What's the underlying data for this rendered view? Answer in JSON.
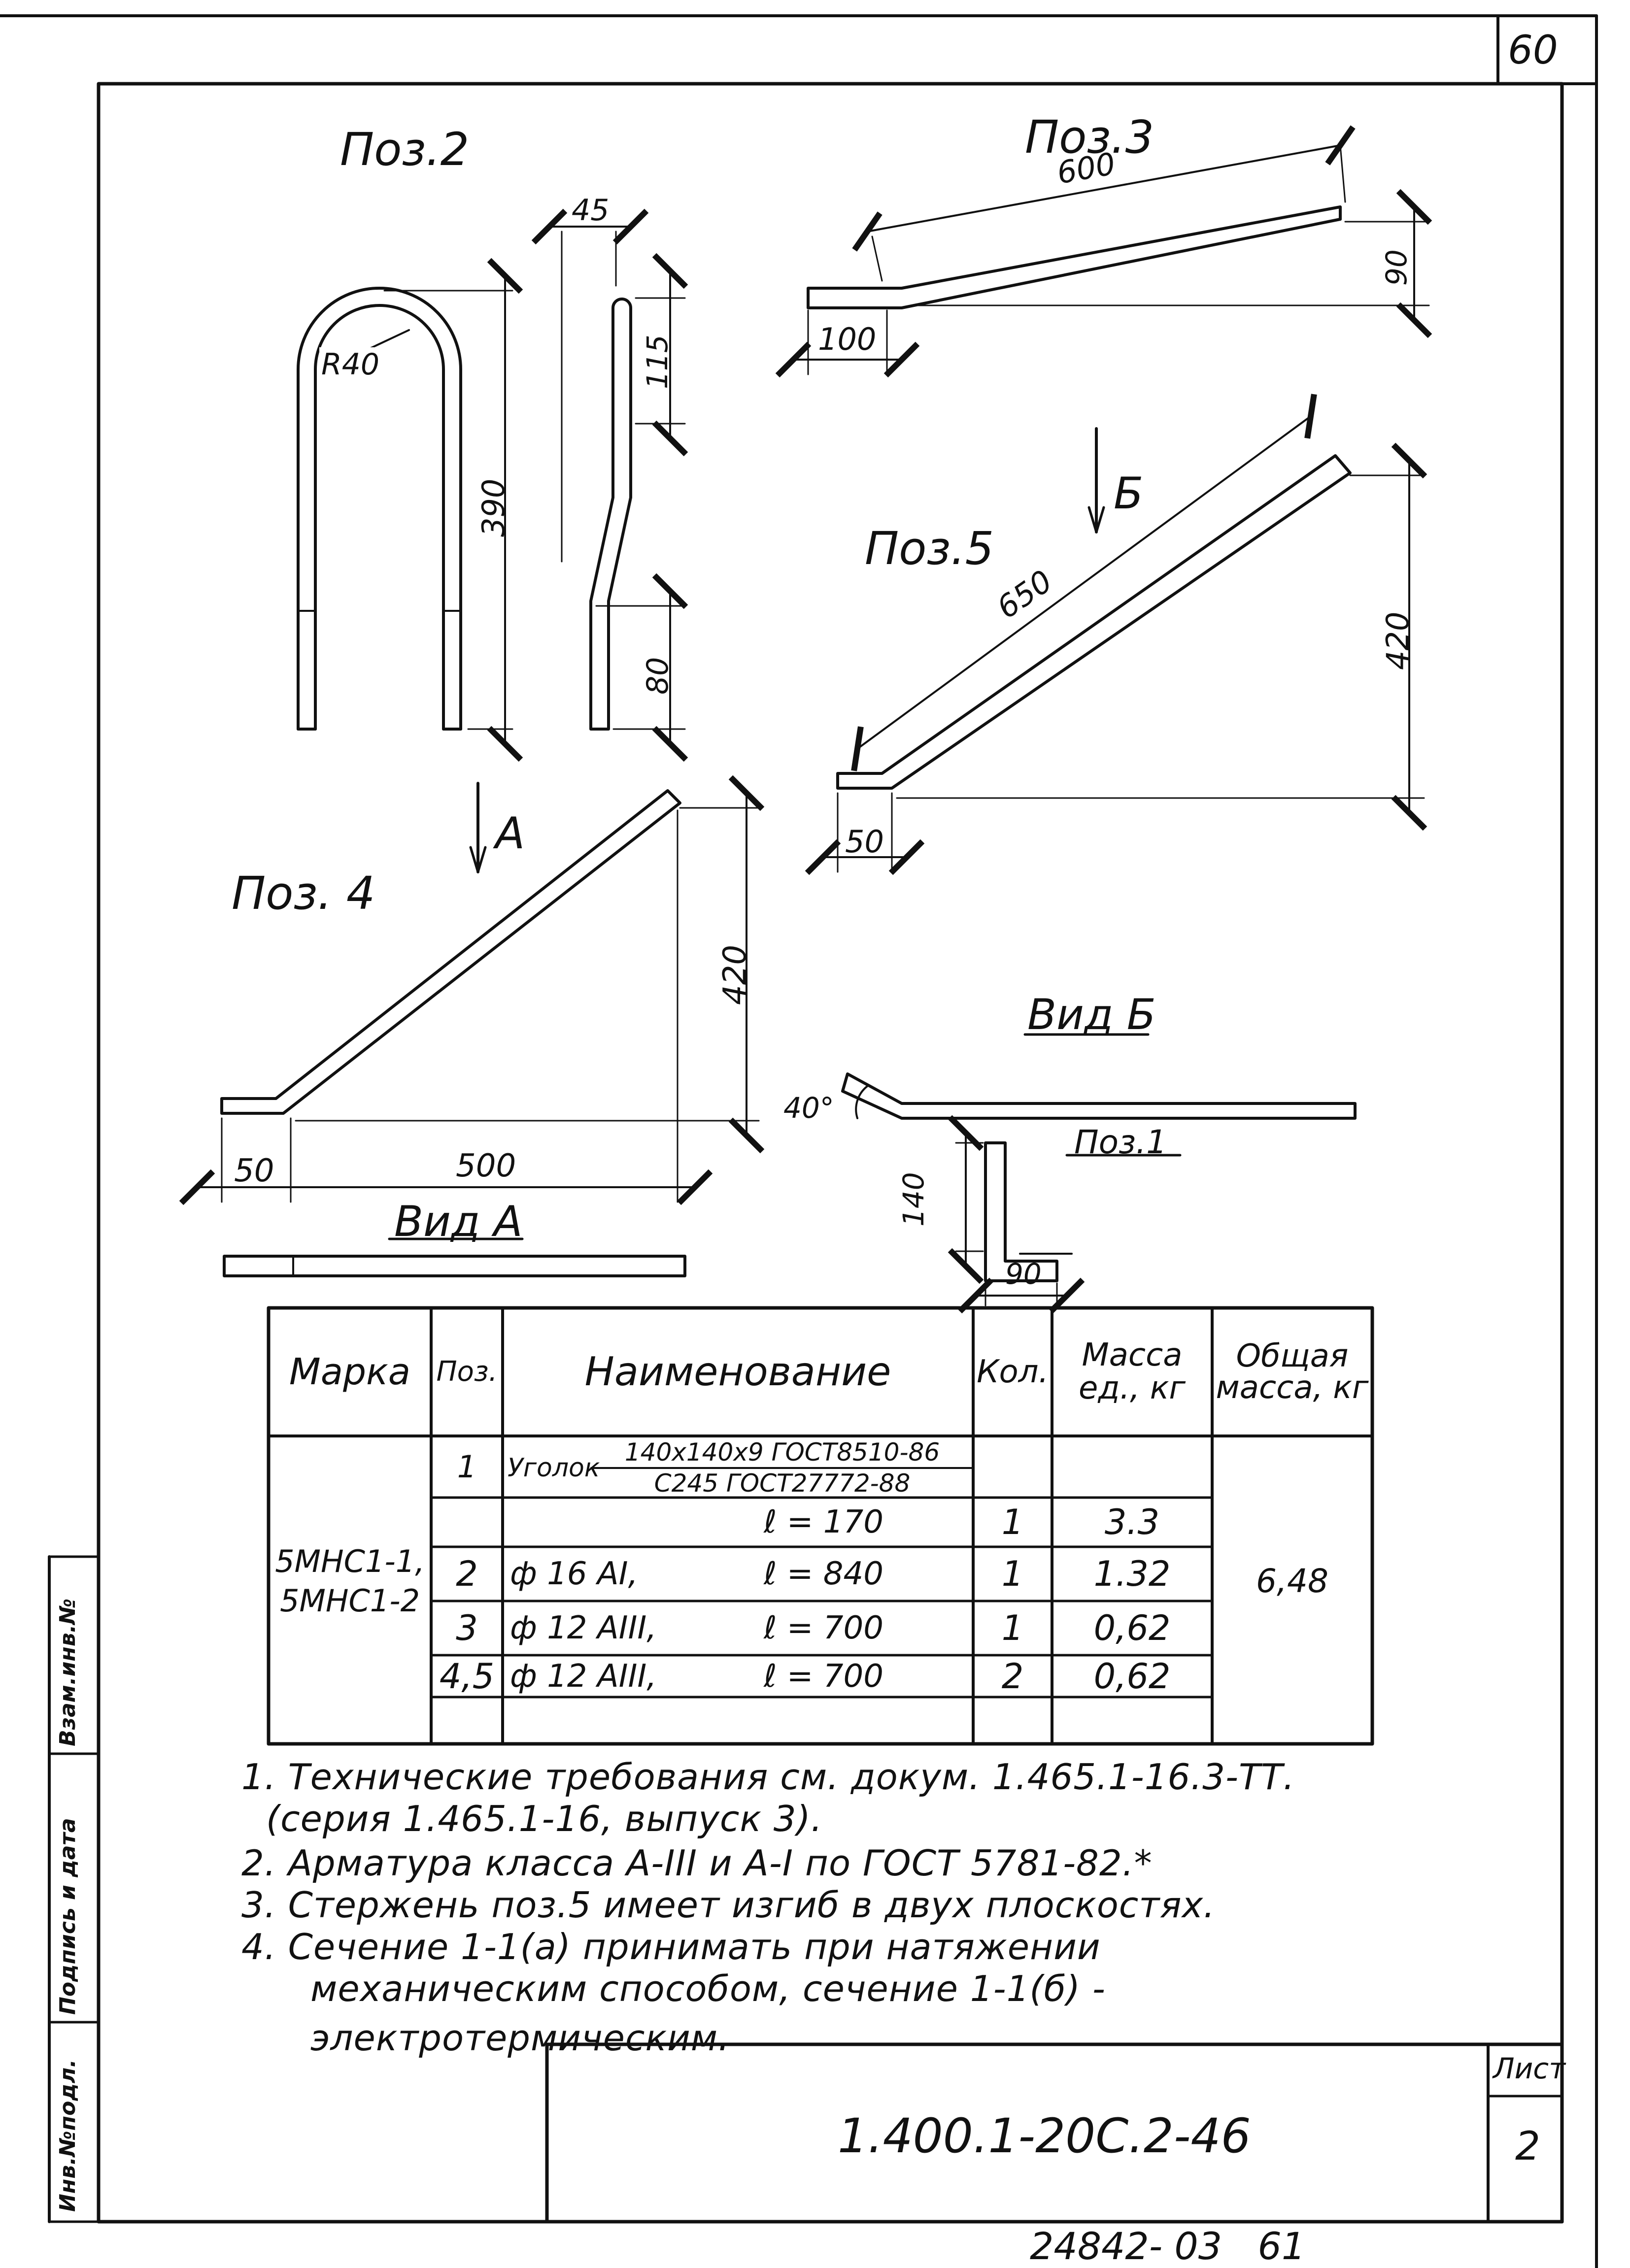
{
  "page_number": "60",
  "positions": {
    "pos2": {
      "title": "Поз.2",
      "dim_45": "45",
      "dim_r40": "R40",
      "dim_390": "390",
      "dim_115": "115",
      "dim_80": "80"
    },
    "pos3": {
      "title": "Поз.3",
      "dim_600": "600",
      "dim_90": "90",
      "dim_100": "100"
    },
    "pos5": {
      "title": "Поз.5",
      "dim_650": "650",
      "dim_420": "420",
      "dim_50": "50",
      "view_arrow": "Б"
    },
    "pos4": {
      "title": "Поз. 4",
      "dim_420": "420",
      "dim_50": "50",
      "dim_500": "500",
      "view_arrow": "А"
    },
    "view_a": {
      "title": "Вид А"
    },
    "view_b": {
      "title": "Вид Б",
      "angle": "40°",
      "pos1": "Поз.1",
      "dim_140": "140",
      "dim_90": "90"
    }
  },
  "table": {
    "headers": {
      "mark": "Марка",
      "pos": "Поз.",
      "name": "Наименование",
      "qty": "Кол.",
      "unit_mass": "Масса ед., кг",
      "total_mass": "Общая масса, кг"
    },
    "mark_value_1": "5МНС1-1,",
    "mark_value_2": "5МНС1-2",
    "total_mass_value": "6,48",
    "rows": [
      {
        "pos": "1",
        "name_prefix": "Уголок",
        "name_top": "140х140х9 ГОСТ8510-86",
        "name_bottom": "С245 ГОСТ27772-88",
        "length": "",
        "qty": "",
        "mass": ""
      },
      {
        "pos": "",
        "name": "",
        "length": "ℓ = 170",
        "qty": "1",
        "mass": "3.3"
      },
      {
        "pos": "2",
        "name": "ф 16 АI,",
        "length": "ℓ = 840",
        "qty": "1",
        "mass": "1.32"
      },
      {
        "pos": "3",
        "name": "ф 12 АIII,",
        "length": "ℓ = 700",
        "qty": "1",
        "mass": "0,62"
      },
      {
        "pos": "4,5",
        "name": "ф 12 АIII,",
        "length": "ℓ = 700",
        "qty": "2",
        "mass": "0,62"
      }
    ]
  },
  "notes": [
    "1. Технические требования см. докум. 1.465.1-16.3-ТТ.",
    "(серия 1.465.1-16, выпуск 3).",
    "2. Арматура класса А-III и А-I по ГОСТ 5781-82.*",
    "3. Стержень поз.5 имеет изгиб в двух плоскостях.",
    "4. Сечение 1-1(а) принимать при натяжении",
    "механическим способом, сечение 1-1(б) -",
    "электротермическим."
  ],
  "side_labels": [
    "Инв.№подл.",
    "Подпись и дата",
    "Взам.инв.№"
  ],
  "title_block": {
    "code": "1.400.1-20С.2-46",
    "sheet_label": "Лист",
    "sheet_number": "2"
  },
  "footer_number": "24842- 03   61"
}
